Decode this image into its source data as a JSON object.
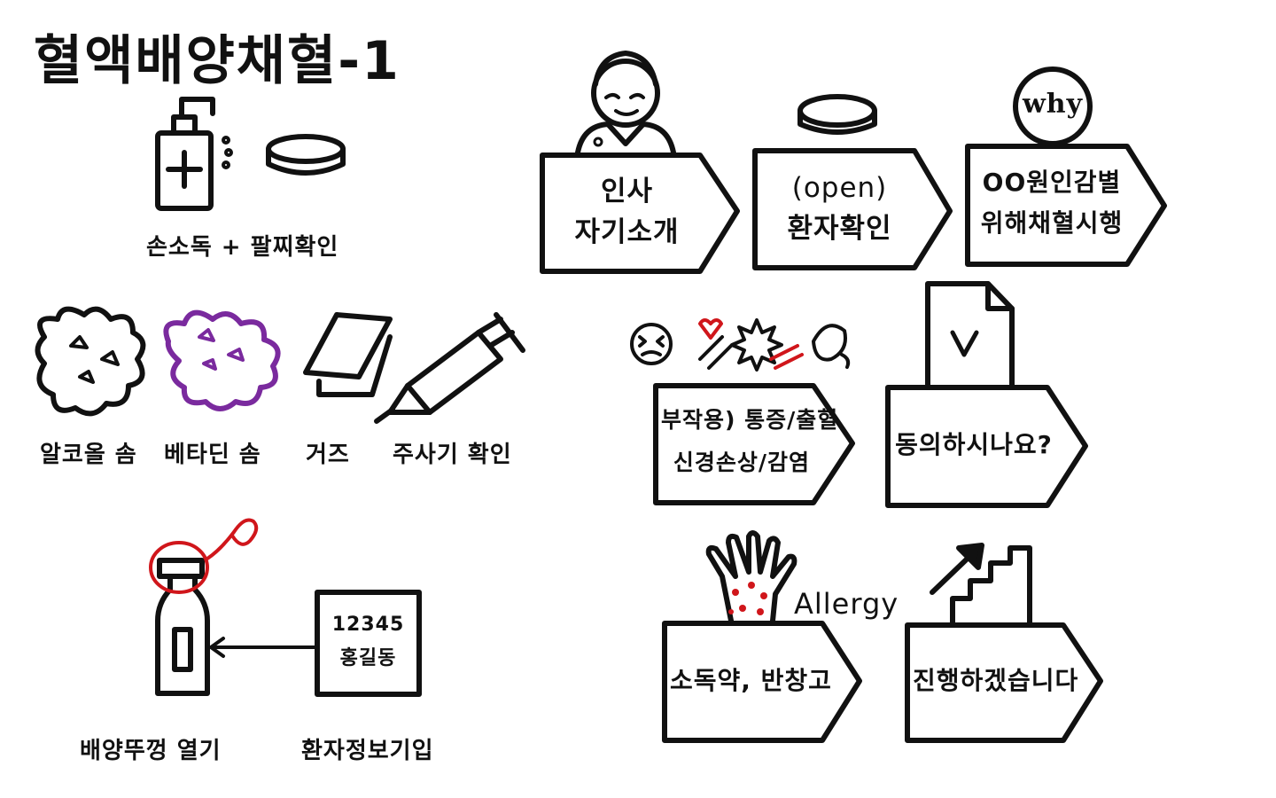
{
  "title": "혈액배양채혈-1",
  "left_steps": {
    "hand_label": "손소독 + 팔찌확인",
    "supply_labels": [
      "알코올 솜",
      "베타딘 솜",
      "거즈",
      "주사기 확인"
    ],
    "bottle_label": "배양뚜껑 열기",
    "patient_info_label": "환자정보기입",
    "patient_card": {
      "number": "12345",
      "name": "홍길동"
    }
  },
  "right_steps": {
    "greeting": [
      "인사",
      "자기소개"
    ],
    "patient_check": [
      "(open)",
      "환자확인"
    ],
    "purpose_badge": "why",
    "purpose": [
      "OO원인감별",
      "위해채혈시행"
    ],
    "side_effects": [
      "부작용) 통증/출혈",
      "신경손상/감염"
    ],
    "consent": "동의하시나요?",
    "allergy_tag": "Allergy",
    "allergy": "소독약, 반창고",
    "proceed": "진행하겠습니다"
  },
  "colors": {
    "ink": "#111111",
    "accent": "#d0161b",
    "betadine": "#7a2a9e"
  }
}
